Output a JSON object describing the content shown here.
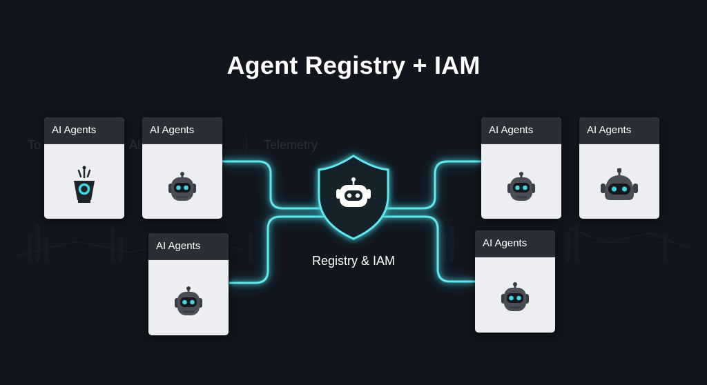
{
  "title": "Agent Registry + IAM",
  "hub": {
    "label": "Registry & IAM",
    "icon": "shield-robot-icon"
  },
  "background_text": [
    "To",
    "Al",
    "Telemetry"
  ],
  "colors": {
    "background": "#12151d",
    "connector": "#5ee8f0",
    "connector_glow": "#1fc4d6",
    "card_body": "#eceef1",
    "card_header": "#2b2e36",
    "robot_eye": "#3fd8e4"
  },
  "agents": [
    {
      "label": "AI Agents",
      "icon": "antenna-bucket-icon"
    },
    {
      "label": "AI Agents",
      "icon": "robot-icon"
    },
    {
      "label": "AI Agents",
      "icon": "robot-icon"
    },
    {
      "label": "AI Agents",
      "icon": "robot-icon"
    },
    {
      "label": "AI Agents",
      "icon": "robot-wide-icon"
    },
    {
      "label": "AI Agents",
      "icon": "robot-icon"
    }
  ]
}
